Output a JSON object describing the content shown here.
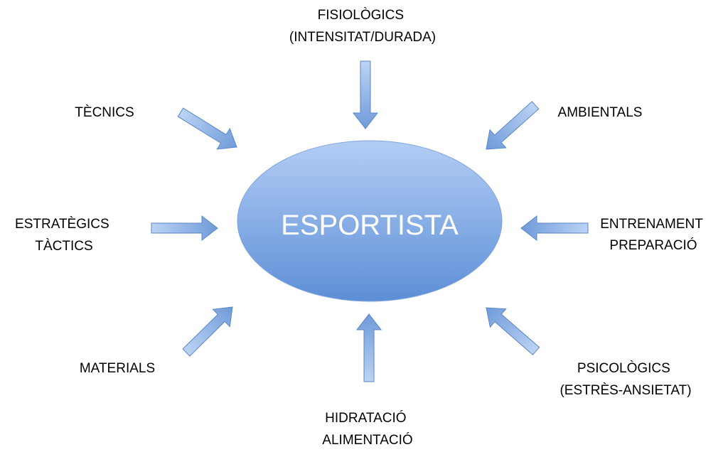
{
  "center": {
    "label": "ESPORTISTA"
  },
  "factors": [
    {
      "id": "fisiologics",
      "lines": [
        "FISIOLÒGICS",
        "(INTENSITAT/DURADA)"
      ]
    },
    {
      "id": "ambientals",
      "lines": [
        "AMBIENTALS"
      ]
    },
    {
      "id": "entrenament",
      "lines": [
        "ENTRENAMENT",
        "PREPARACIÓ"
      ]
    },
    {
      "id": "psicologics",
      "lines": [
        "PSICOLÒGICS",
        "(ESTRÈS-ANSIETAT)"
      ]
    },
    {
      "id": "hidratacio",
      "lines": [
        "HIDRATACIÓ",
        "ALIMENTACIÓ"
      ]
    },
    {
      "id": "materials",
      "lines": [
        "MATERIALS"
      ]
    },
    {
      "id": "estrategics",
      "lines": [
        "ESTRATÈGICS",
        "TÀCTICS"
      ]
    },
    {
      "id": "tecnics",
      "lines": [
        "TÈCNICS"
      ]
    }
  ],
  "colors": {
    "ellipse_top": "#b3cdf5",
    "ellipse_bottom": "#5d8fd6",
    "arrow_light": "#bcd3f4",
    "arrow_dark": "#6f9bd9",
    "arrow_stroke": "#5a86c8"
  }
}
